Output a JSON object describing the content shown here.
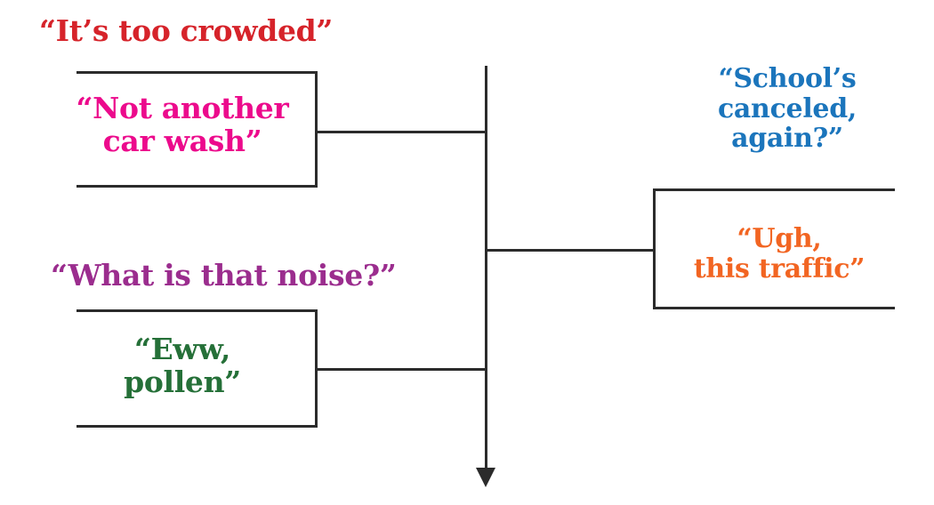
{
  "diagram": {
    "title": "Seasonal complaints fishbone-style bracket diagram",
    "type": "bracket-flow",
    "palette": {
      "line": "#2b2b2b",
      "background": "#ffffff",
      "red": "#D6232A",
      "magenta": "#EC0A8C",
      "purple": "#9B2D8E",
      "green": "#257038",
      "blue": "#1B75BC",
      "orange": "#F26522"
    },
    "quotes": {
      "crowded": "“It’s too crowded”",
      "car_wash": "“Not another\ncar wash”",
      "noise": "“What is that noise?”",
      "pollen": "“Eww,\npollen”",
      "school": "“School’s\ncanceled,\nagain?”",
      "traffic": "“Ugh,\nthis traffic”"
    },
    "groups": [
      {
        "id": "top-left",
        "heading_quote": "crowded",
        "boxed_quote": "car_wash",
        "side": "left"
      },
      {
        "id": "bottom-left",
        "heading_quote": "noise",
        "boxed_quote": "pollen",
        "side": "left"
      },
      {
        "id": "right",
        "heading_quote": "school",
        "boxed_quote": "traffic",
        "side": "right"
      }
    ],
    "spine": {
      "orientation": "vertical",
      "direction": "down",
      "has_arrowhead": true
    }
  }
}
